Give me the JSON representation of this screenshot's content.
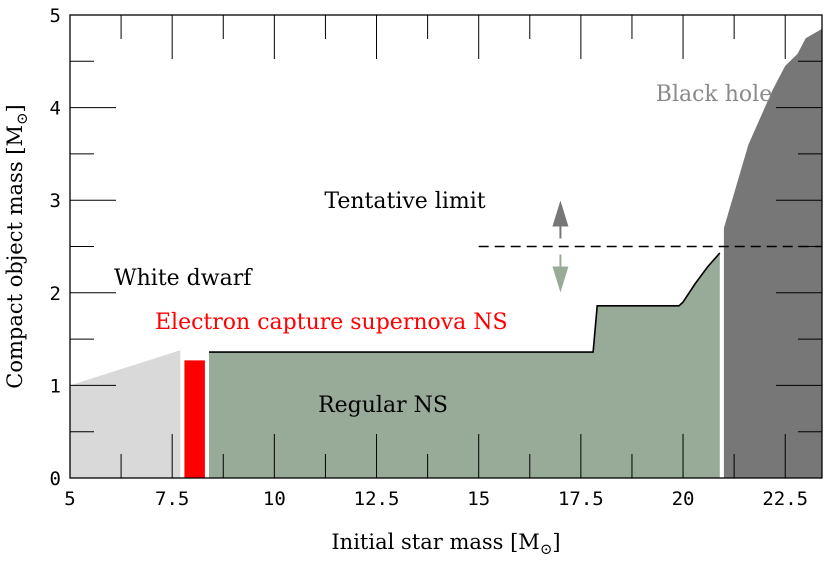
{
  "chart_data": {
    "type": "area",
    "xlabel": "Initial star mass [M",
    "xlabel_sub": "⊙",
    "xlabel_close": "]",
    "ylabel": "Compact object mass [M",
    "ylabel_sub": "⊙",
    "ylabel_close": "]",
    "xlim": [
      5,
      23.4
    ],
    "ylim": [
      0,
      5
    ],
    "xticks": [
      {
        "v": 5,
        "label": "5"
      },
      {
        "v": 7.5,
        "label": "7.5"
      },
      {
        "v": 10,
        "label": "10"
      },
      {
        "v": 12.5,
        "label": "12.5"
      },
      {
        "v": 15,
        "label": "15"
      },
      {
        "v": 17.5,
        "label": "17.5"
      },
      {
        "v": 20,
        "label": "20"
      },
      {
        "v": 22.5,
        "label": "22.5"
      }
    ],
    "yticks": [
      {
        "v": 0,
        "label": "0"
      },
      {
        "v": 1,
        "label": "1"
      },
      {
        "v": 2,
        "label": "2"
      },
      {
        "v": 3,
        "label": "3"
      },
      {
        "v": 4,
        "label": "4"
      },
      {
        "v": 5,
        "label": "5"
      }
    ],
    "regions": [
      {
        "key": "white_dwarf",
        "label": "White dwarf",
        "color": "#d9d9d9",
        "points": [
          [
            5,
            1.0
          ],
          [
            7.7,
            1.38
          ],
          [
            7.7,
            0
          ],
          [
            5,
            0
          ]
        ]
      },
      {
        "key": "ecsn",
        "label": "Electron capture supernova NS",
        "label_color": "#ff0000",
        "color": "#ff0000",
        "points": [
          [
            7.8,
            1.27
          ],
          [
            8.3,
            1.27
          ],
          [
            8.3,
            0
          ],
          [
            7.8,
            0
          ]
        ]
      },
      {
        "key": "regular_ns",
        "label": "Regular NS",
        "color": "#98aa98",
        "points": [
          [
            8.4,
            1.36
          ],
          [
            17.8,
            1.36
          ],
          [
            17.9,
            1.86
          ],
          [
            19.9,
            1.86
          ],
          [
            20.0,
            1.9
          ],
          [
            20.3,
            2.1
          ],
          [
            20.6,
            2.28
          ],
          [
            20.9,
            2.43
          ],
          [
            20.9,
            0
          ],
          [
            8.4,
            0
          ]
        ]
      },
      {
        "key": "black_hole",
        "label": "Black hole",
        "label_color": "#8a8a8a",
        "color": "#777777",
        "points": [
          [
            21.0,
            2.7
          ],
          [
            21.6,
            3.6
          ],
          [
            22.2,
            4.2
          ],
          [
            22.5,
            4.45
          ],
          [
            22.8,
            4.58
          ],
          [
            23.0,
            4.75
          ],
          [
            23.4,
            4.85
          ],
          [
            23.4,
            0
          ],
          [
            21.0,
            0
          ]
        ]
      }
    ],
    "limit_line": {
      "y": 2.5,
      "x_start": 15,
      "x_end": 23.4,
      "label": "Tentative limit"
    },
    "limit_arrow": {
      "x": 17,
      "up_color": "#777777",
      "down_color": "#98aa98"
    }
  }
}
